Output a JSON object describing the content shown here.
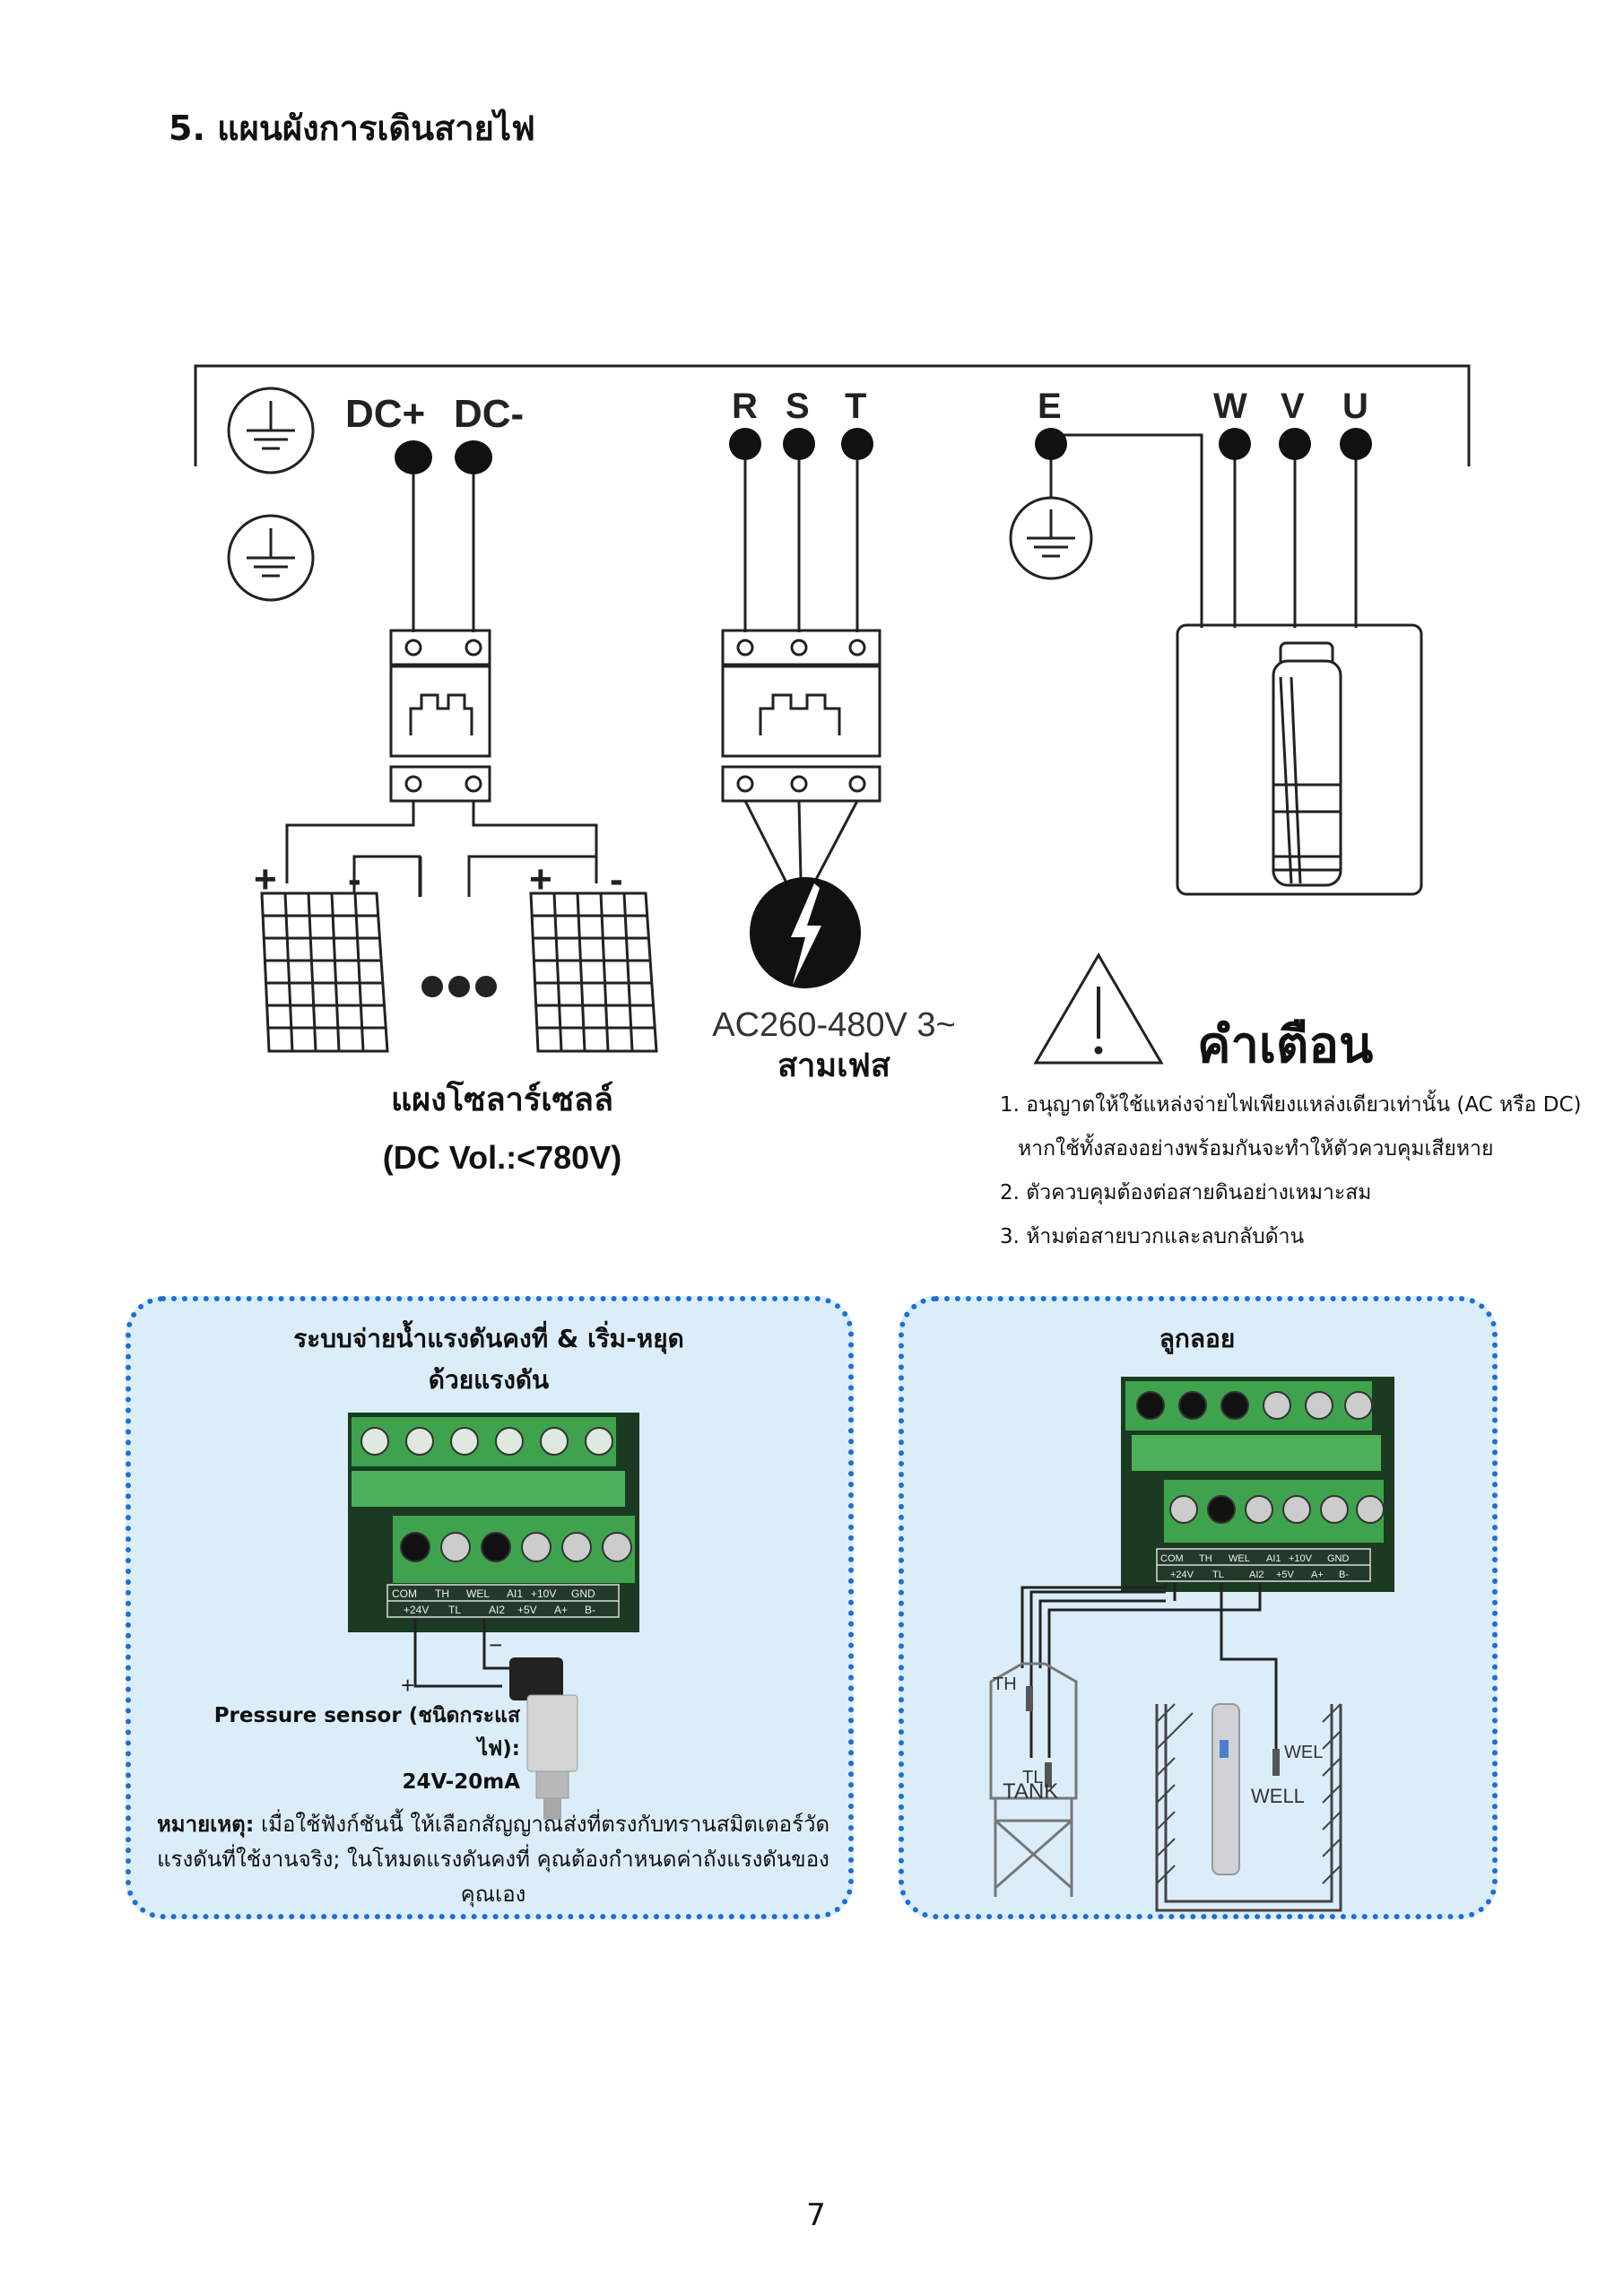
{
  "section_title": "5. แผนผังการเดินสายไฟ",
  "terminals": {
    "dc_plus": "DC+",
    "dc_minus": "DC-",
    "r": "R",
    "s": "S",
    "t": "T",
    "e": "E",
    "w": "W",
    "v": "V",
    "u": "U"
  },
  "solar": {
    "plus": "+",
    "minus": "-",
    "caption_line1": "แผงโซลาร์เซลล์",
    "caption_line2": "(DC Vol.:<780V)"
  },
  "ac_source": {
    "voltage": "AC260-480V 3~",
    "phase_text": "สามเฟส"
  },
  "warning": {
    "title": "คำเตือน",
    "items": [
      "1. อนุญาตให้ใช้แหล่งจ่ายไฟเพียงแหล่งเดียวเท่านั้น (AC หรือ DC)",
      "หากใช้ทั้งสองอย่างพร้อมกันจะทำให้ตัวควบคุมเสียหาย",
      "2. ตัวควบคุมต้องต่อสายดินอย่างเหมาะสม",
      "3. ห้ามต่อสายบวกและลบกลับด้าน"
    ]
  },
  "pressure_panel": {
    "title_line1": "ระบบจ่ายน้ำแรงดันคงที่ & เริ่ม-หยุด",
    "title_line2": "ด้วยแรงดัน",
    "terminal_top": [
      "COM",
      "TH",
      "WEL",
      "AI1",
      "+10V",
      "GND"
    ],
    "terminal_bottom": [
      "+24V",
      "TL",
      "AI2",
      "+5V",
      "A+",
      "B-"
    ],
    "plus": "+",
    "minus": "−",
    "sensor_line1": "Pressure sensor (ชนิดกระแสไฟ):",
    "sensor_line2": "24V-20mA",
    "note_label": "หมายเหตุ:",
    "note_text": " เมื่อใช้ฟังก์ชันนี้ ให้เลือกสัญญาณส่งที่ตรงกับทรานสมิตเตอร์วัดแรงดันที่ใช้งานจริง; ในโหมดแรงดันคงที่ คุณต้องกำหนดค่าถังแรงดันของคุณเอง"
  },
  "float_panel": {
    "title": "ลูกลอย",
    "terminal_top": [
      "COM",
      "TH",
      "WEL",
      "AI1",
      "+10V",
      "GND"
    ],
    "terminal_bottom": [
      "+24V",
      "TL",
      "AI2",
      "+5V",
      "A+",
      "B-"
    ],
    "th": "TH",
    "tl": "TL",
    "tank": "TANK",
    "wel": "WEL",
    "well": "WELL"
  },
  "page_number": "7"
}
